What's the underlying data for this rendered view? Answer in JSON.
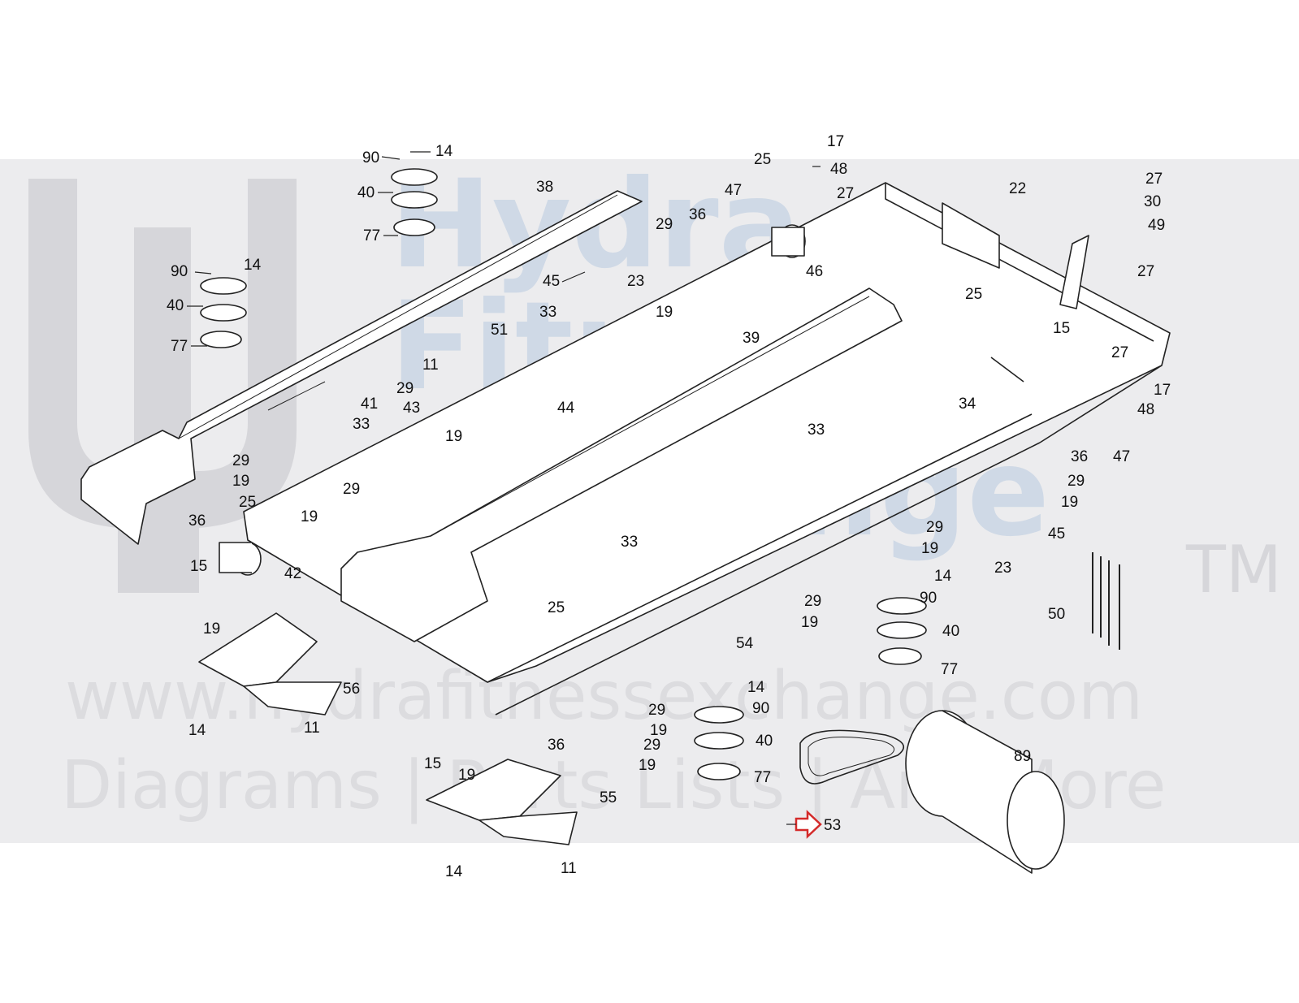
{
  "watermark": {
    "line1": "Hydra",
    "line2": "Fitness",
    "line3": "Exchange",
    "trademark": "TM",
    "url": "www.hydrafitnessexchange.com",
    "tagline": "Diagrams | Parts Lists | And More"
  },
  "highlight_color": "#d42a2a",
  "callouts": [
    {
      "id": "c1",
      "text": "14"
    },
    {
      "id": "c2",
      "text": "90"
    },
    {
      "id": "c3",
      "text": "40"
    },
    {
      "id": "c4",
      "text": "77"
    },
    {
      "id": "c5",
      "text": "38"
    },
    {
      "id": "c6",
      "text": "14"
    },
    {
      "id": "c7",
      "text": "90"
    },
    {
      "id": "c8",
      "text": "40"
    },
    {
      "id": "c9",
      "text": "77"
    },
    {
      "id": "c10",
      "text": "45"
    },
    {
      "id": "c11",
      "text": "23"
    },
    {
      "id": "c12",
      "text": "29"
    },
    {
      "id": "c13",
      "text": "19"
    },
    {
      "id": "c14",
      "text": "36"
    },
    {
      "id": "c15",
      "text": "47"
    },
    {
      "id": "c16",
      "text": "25"
    },
    {
      "id": "c17",
      "text": "17"
    },
    {
      "id": "c18",
      "text": "48"
    },
    {
      "id": "c19",
      "text": "27"
    },
    {
      "id": "c20",
      "text": "46"
    },
    {
      "id": "c21",
      "text": "22"
    },
    {
      "id": "c22",
      "text": "27"
    },
    {
      "id": "c23",
      "text": "30"
    },
    {
      "id": "c24",
      "text": "49"
    },
    {
      "id": "c25",
      "text": "27"
    },
    {
      "id": "c26",
      "text": "33"
    },
    {
      "id": "c27",
      "text": "51"
    },
    {
      "id": "c28",
      "text": "11"
    },
    {
      "id": "c29",
      "text": "29"
    },
    {
      "id": "c30",
      "text": "19"
    },
    {
      "id": "c31",
      "text": "41"
    },
    {
      "id": "c32",
      "text": "33"
    },
    {
      "id": "c33",
      "text": "43"
    },
    {
      "id": "c34",
      "text": "44"
    },
    {
      "id": "c35",
      "text": "39"
    },
    {
      "id": "c36",
      "text": "25"
    },
    {
      "id": "c37",
      "text": "15"
    },
    {
      "id": "c38",
      "text": "27"
    },
    {
      "id": "c39",
      "text": "17"
    },
    {
      "id": "c40",
      "text": "48"
    },
    {
      "id": "c41",
      "text": "34"
    },
    {
      "id": "c42",
      "text": "33"
    },
    {
      "id": "c43",
      "text": "36"
    },
    {
      "id": "c44",
      "text": "47"
    },
    {
      "id": "c45",
      "text": "29"
    },
    {
      "id": "c46",
      "text": "19"
    },
    {
      "id": "c47",
      "text": "29"
    },
    {
      "id": "c48",
      "text": "19"
    },
    {
      "id": "c49",
      "text": "25"
    },
    {
      "id": "c50",
      "text": "19"
    },
    {
      "id": "c51",
      "text": "29"
    },
    {
      "id": "c52",
      "text": "36"
    },
    {
      "id": "c53",
      "text": "15"
    },
    {
      "id": "c54",
      "text": "42"
    },
    {
      "id": "c55",
      "text": "19"
    },
    {
      "id": "c56",
      "text": "33"
    },
    {
      "id": "c57",
      "text": "29"
    },
    {
      "id": "c58",
      "text": "19"
    },
    {
      "id": "c59",
      "text": "45"
    },
    {
      "id": "c60",
      "text": "23"
    },
    {
      "id": "c61",
      "text": "14"
    },
    {
      "id": "c62",
      "text": "90"
    },
    {
      "id": "c63",
      "text": "40"
    },
    {
      "id": "c64",
      "text": "77"
    },
    {
      "id": "c65",
      "text": "50"
    },
    {
      "id": "c66",
      "text": "25"
    },
    {
      "id": "c67",
      "text": "29"
    },
    {
      "id": "c68",
      "text": "19"
    },
    {
      "id": "c69",
      "text": "54"
    },
    {
      "id": "c70",
      "text": "56"
    },
    {
      "id": "c71",
      "text": "14"
    },
    {
      "id": "c72",
      "text": "11"
    },
    {
      "id": "c73",
      "text": "14"
    },
    {
      "id": "c74",
      "text": "90"
    },
    {
      "id": "c75",
      "text": "29"
    },
    {
      "id": "c76",
      "text": "19"
    },
    {
      "id": "c77",
      "text": "40"
    },
    {
      "id": "c78",
      "text": "36"
    },
    {
      "id": "c79",
      "text": "29"
    },
    {
      "id": "c80",
      "text": "19"
    },
    {
      "id": "c81",
      "text": "77"
    },
    {
      "id": "c82",
      "text": "15"
    },
    {
      "id": "c83",
      "text": "19"
    },
    {
      "id": "c84",
      "text": "55"
    },
    {
      "id": "c85",
      "text": "53"
    },
    {
      "id": "c86",
      "text": "89"
    },
    {
      "id": "c87",
      "text": "14"
    },
    {
      "id": "c88",
      "text": "11"
    }
  ]
}
